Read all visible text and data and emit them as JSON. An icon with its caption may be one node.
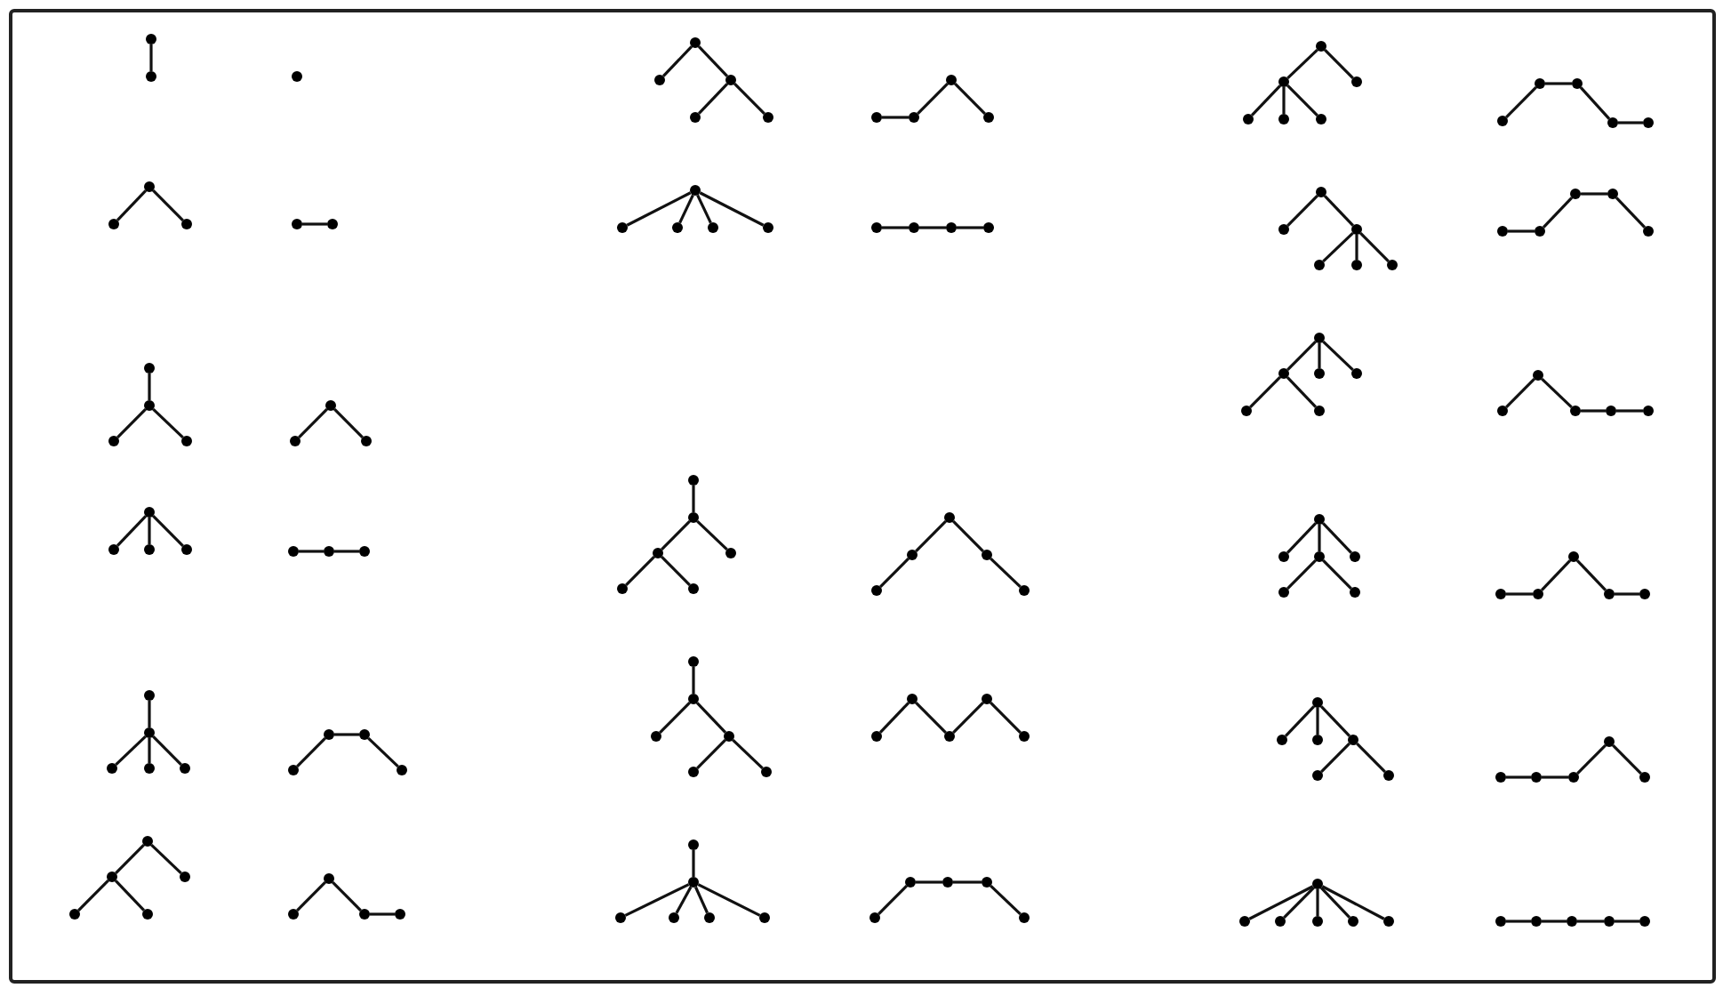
{
  "diagram": {
    "nodes": [
      {
        "text": [],
        "shape": "circle"
      },
      {
        "text": [],
        "shape": "circle"
      },
      {
        "text": [],
        "shape": "circle"
      },
      {
        "text": [],
        "shape": "circle"
      },
      {
        "text": [],
        "shape": "circle"
      },
      {
        "text": [],
        "shape": "circle"
      },
      {
        "text": [],
        "shape": "circle"
      },
      {
        "text": [],
        "shape": "circle"
      },
      {
        "text": [],
        "shape": "circle"
      },
      {
        "text": [],
        "shape": "circle"
      },
      {
        "text": [],
        "shape": "circle"
      },
      {
        "text": [],
        "shape": "circle"
      },
      {
        "text": [],
        "shape": "circle"
      },
      {
        "text": [],
        "shape": "circle"
      },
      {
        "text": [],
        "shape": "circle"
      },
      {
        "text": [],
        "shape": "circle"
      },
      {
        "text": [],
        "shape": "circle"
      },
      {
        "text": [],
        "shape": "circle"
      },
      {
        "text": [],
        "shape": "circle"
      },
      {
        "text": [],
        "shape": "circle"
      },
      {
        "text": [],
        "shape": "circle"
      },
      {
        "text": [],
        "shape": "circle"
      },
      {
        "text": [],
        "shape": "circle"
      },
      {
        "text": [],
        "shape": "circle"
      },
      {
        "text": [],
        "shape": "circle"
      },
      {
        "text": [],
        "shape": "circle"
      },
      {
        "text": [],
        "shape": "circle"
      },
      {
        "text": [],
        "shape": "circle"
      },
      {
        "text": [],
        "shape": "circle"
      },
      {
        "text": [],
        "shape": "circle"
      },
      {
        "text": [],
        "shape": "circle"
      },
      {
        "text": [],
        "shape": "circle"
      },
      {
        "text": [],
        "shape": "circle"
      },
      {
        "text": [],
        "shape": "circle"
      },
      {
        "text": [],
        "shape": "circle"
      },
      {
        "text": [],
        "shape": "circle"
      },
      {
        "text": [],
        "shape": "circle"
      },
      {
        "text": [],
        "shape": "circle"
      },
      {
        "text": [],
        "shape": "circle"
      },
      {
        "text": [],
        "shape": "circle"
      },
      {
        "text": [],
        "shape": "circle"
      },
      {
        "text": [],
        "shape": "circle"
      },
      {
        "text": [],
        "shape": "circle"
      },
      {
        "text": [],
        "shape": "circle"
      },
      {
        "text": [],
        "shape": "circle"
      },
      {
        "text": [],
        "shape": "circle"
      },
      {
        "text": [],
        "shape": "circle"
      },
      {
        "text": [],
        "shape": "circle"
      },
      {
        "text": [],
        "shape": "circle"
      },
      {
        "text": [],
        "shape": "circle"
      },
      {
        "text": [],
        "shape": "circle"
      },
      {
        "text": [],
        "shape": "circle"
      },
      {
        "text": [],
        "shape": "circle"
      },
      {
        "text": [],
        "shape": "circle"
      },
      {
        "text": [],
        "shape": "circle"
      },
      {
        "text": [],
        "shape": "circle"
      },
      {
        "text": [],
        "shape": "circle"
      },
      {
        "text": [],
        "shape": "circle"
      },
      {
        "text": [],
        "shape": "circle"
      },
      {
        "text": [],
        "shape": "circle"
      },
      {
        "text": [],
        "shape": "circle"
      },
      {
        "text": [],
        "shape": "circle"
      },
      {
        "text": [],
        "shape": "circle"
      },
      {
        "text": [],
        "shape": "circle"
      },
      {
        "text": [],
        "shape": "circle"
      },
      {
        "text": [],
        "shape": "circle"
      },
      {
        "text": [],
        "shape": "circle"
      },
      {
        "text": [],
        "shape": "circle"
      },
      {
        "text": [],
        "shape": "circle"
      },
      {
        "text": [],
        "shape": "circle"
      },
      {
        "text": [],
        "shape": "circle"
      },
      {
        "text": [],
        "shape": "circle"
      },
      {
        "text": [],
        "shape": "circle"
      },
      {
        "text": [],
        "shape": "circle"
      },
      {
        "text": [],
        "shape": "circle"
      },
      {
        "text": [],
        "shape": "circle"
      },
      {
        "text": [],
        "shape": "circle"
      },
      {
        "text": [],
        "shape": "circle"
      },
      {
        "text": [],
        "shape": "circle"
      },
      {
        "text": [],
        "shape": "circle"
      },
      {
        "text": [],
        "shape": "circle"
      },
      {
        "text": [],
        "shape": "circle"
      },
      {
        "text": [],
        "shape": "circle"
      },
      {
        "text": [],
        "shape": "circle"
      },
      {
        "text": [],
        "shape": "circle"
      },
      {
        "text": [],
        "shape": "circle"
      },
      {
        "text": [],
        "shape": "circle"
      },
      {
        "text": [],
        "shape": "circle"
      },
      {
        "text": [],
        "shape": "circle"
      },
      {
        "text": [],
        "shape": "circle"
      },
      {
        "text": [],
        "shape": "circle"
      },
      {
        "text": [],
        "shape": "circle"
      },
      {
        "text": [],
        "shape": "circle"
      },
      {
        "text": [],
        "shape": "circle"
      },
      {
        "text": [],
        "shape": "circle"
      },
      {
        "text": [],
        "shape": "circle"
      },
      {
        "text": [],
        "shape": "circle"
      },
      {
        "text": [],
        "shape": "circle"
      },
      {
        "text": [],
        "shape": "circle"
      },
      {
        "text": [],
        "shape": "circle"
      },
      {
        "text": [],
        "shape": "circle"
      },
      {
        "text": [],
        "shape": "circle"
      },
      {
        "text": [],
        "shape": "circle"
      },
      {
        "text": [],
        "shape": "circle"
      },
      {
        "text": [],
        "shape": "circle"
      },
      {
        "text": [],
        "shape": "circle"
      },
      {
        "text": [],
        "shape": "circle"
      },
      {
        "text": [],
        "shape": "circle"
      },
      {
        "text": [],
        "shape": "circle"
      },
      {
        "text": [],
        "shape": "circle"
      },
      {
        "text": [],
        "shape": "circle"
      },
      {
        "text": [],
        "shape": "circle"
      },
      {
        "text": [],
        "shape": "circle"
      },
      {
        "text": [],
        "shape": "circle"
      },
      {
        "text": [],
        "shape": "circle"
      },
      {
        "text": [],
        "shape": "circle"
      },
      {
        "text": [],
        "shape": "circle"
      },
      {
        "text": [],
        "shape": "circle"
      },
      {
        "text": [],
        "shape": "circle"
      },
      {
        "text": [],
        "shape": "circle"
      },
      {
        "text": [],
        "shape": "circle"
      },
      {
        "text": [],
        "shape": "circle"
      },
      {
        "text": [],
        "shape": "circle"
      },
      {
        "text": [],
        "shape": "circle"
      },
      {
        "text": [],
        "shape": "circle"
      },
      {
        "text": [],
        "shape": "circle"
      },
      {
        "text": [],
        "shape": "circle"
      },
      {
        "text": [],
        "shape": "circle"
      },
      {
        "text": [],
        "shape": "circle"
      },
      {
        "text": [],
        "shape": "circle"
      },
      {
        "text": [],
        "shape": "circle"
      },
      {
        "text": [],
        "shape": "circle"
      },
      {
        "text": [],
        "shape": "circle"
      },
      {
        "text": [],
        "shape": "circle"
      },
      {
        "text": [],
        "shape": "circle"
      },
      {
        "text": [],
        "shape": "circle"
      },
      {
        "text": [],
        "shape": "circle"
      },
      {
        "text": [],
        "shape": "circle"
      },
      {
        "text": [],
        "shape": "circle"
      },
      {
        "text": [],
        "shape": "circle"
      },
      {
        "text": [],
        "shape": "circle"
      },
      {
        "text": [],
        "shape": "circle"
      },
      {
        "text": [],
        "shape": "circle"
      },
      {
        "text": [],
        "shape": "circle"
      },
      {
        "text": [],
        "shape": "circle"
      },
      {
        "text": [],
        "shape": "circle"
      },
      {
        "text": [],
        "shape": "circle"
      },
      {
        "text": [],
        "shape": "circle"
      },
      {
        "text": [],
        "shape": "circle"
      },
      {
        "text": [],
        "shape": "circle"
      },
      {
        "text": [],
        "shape": "circle"
      },
      {
        "text": [],
        "shape": "circle"
      },
      {
        "text": [],
        "shape": "circle"
      },
      {
        "text": [],
        "shape": "circle"
      },
      {
        "text": [],
        "shape": "circle"
      },
      {
        "text": [],
        "shape": "circle"
      },
      {
        "text": [],
        "shape": "circle"
      }
    ],
    "edges": [
      {
        "from": 0,
        "to": 1,
        "arrow": "none"
      },
      {
        "from": 3,
        "to": 4,
        "arrow": "none"
      },
      {
        "from": 3,
        "to": 5,
        "arrow": "none"
      },
      {
        "from": 6,
        "to": 7,
        "arrow": "none"
      },
      {
        "from": 8,
        "to": 9,
        "arrow": "none"
      },
      {
        "from": 9,
        "to": 10,
        "arrow": "none"
      },
      {
        "from": 9,
        "to": 11,
        "arrow": "none"
      },
      {
        "from": 12,
        "to": 13,
        "arrow": "none"
      },
      {
        "from": 12,
        "to": 14,
        "arrow": "none"
      },
      {
        "from": 15,
        "to": 16,
        "arrow": "none"
      },
      {
        "from": 15,
        "to": 17,
        "arrow": "none"
      },
      {
        "from": 15,
        "to": 18,
        "arrow": "none"
      },
      {
        "from": 19,
        "to": 20,
        "arrow": "none"
      },
      {
        "from": 20,
        "to": 21,
        "arrow": "none"
      },
      {
        "from": 22,
        "to": 23,
        "arrow": "none"
      },
      {
        "from": 23,
        "to": 24,
        "arrow": "none"
      },
      {
        "from": 23,
        "to": 25,
        "arrow": "none"
      },
      {
        "from": 23,
        "to": 26,
        "arrow": "none"
      },
      {
        "from": 27,
        "to": 28,
        "arrow": "none"
      },
      {
        "from": 28,
        "to": 29,
        "arrow": "none"
      },
      {
        "from": 29,
        "to": 30,
        "arrow": "none"
      },
      {
        "from": 31,
        "to": 32,
        "arrow": "none"
      },
      {
        "from": 31,
        "to": 33,
        "arrow": "none"
      },
      {
        "from": 32,
        "to": 34,
        "arrow": "none"
      },
      {
        "from": 32,
        "to": 35,
        "arrow": "none"
      },
      {
        "from": 36,
        "to": 37,
        "arrow": "none"
      },
      {
        "from": 37,
        "to": 38,
        "arrow": "none"
      },
      {
        "from": 38,
        "to": 39,
        "arrow": "none"
      },
      {
        "from": 40,
        "to": 41,
        "arrow": "none"
      },
      {
        "from": 40,
        "to": 42,
        "arrow": "none"
      },
      {
        "from": 42,
        "to": 43,
        "arrow": "none"
      },
      {
        "from": 42,
        "to": 44,
        "arrow": "none"
      },
      {
        "from": 45,
        "to": 46,
        "arrow": "none"
      },
      {
        "from": 46,
        "to": 47,
        "arrow": "none"
      },
      {
        "from": 47,
        "to": 48,
        "arrow": "none"
      },
      {
        "from": 49,
        "to": 50,
        "arrow": "none"
      },
      {
        "from": 49,
        "to": 51,
        "arrow": "none"
      },
      {
        "from": 49,
        "to": 52,
        "arrow": "none"
      },
      {
        "from": 49,
        "to": 53,
        "arrow": "none"
      },
      {
        "from": 54,
        "to": 55,
        "arrow": "none"
      },
      {
        "from": 55,
        "to": 56,
        "arrow": "none"
      },
      {
        "from": 56,
        "to": 57,
        "arrow": "none"
      },
      {
        "from": 58,
        "to": 59,
        "arrow": "none"
      },
      {
        "from": 59,
        "to": 60,
        "arrow": "none"
      },
      {
        "from": 59,
        "to": 61,
        "arrow": "none"
      },
      {
        "from": 60,
        "to": 62,
        "arrow": "none"
      },
      {
        "from": 60,
        "to": 63,
        "arrow": "none"
      },
      {
        "from": 64,
        "to": 65,
        "arrow": "none"
      },
      {
        "from": 65,
        "to": 66,
        "arrow": "none"
      },
      {
        "from": 66,
        "to": 67,
        "arrow": "none"
      },
      {
        "from": 67,
        "to": 68,
        "arrow": "none"
      },
      {
        "from": 69,
        "to": 70,
        "arrow": "none"
      },
      {
        "from": 70,
        "to": 71,
        "arrow": "none"
      },
      {
        "from": 70,
        "to": 72,
        "arrow": "none"
      },
      {
        "from": 72,
        "to": 73,
        "arrow": "none"
      },
      {
        "from": 72,
        "to": 74,
        "arrow": "none"
      },
      {
        "from": 75,
        "to": 76,
        "arrow": "none"
      },
      {
        "from": 76,
        "to": 77,
        "arrow": "none"
      },
      {
        "from": 77,
        "to": 78,
        "arrow": "none"
      },
      {
        "from": 78,
        "to": 79,
        "arrow": "none"
      },
      {
        "from": 80,
        "to": 81,
        "arrow": "none"
      },
      {
        "from": 81,
        "to": 82,
        "arrow": "none"
      },
      {
        "from": 81,
        "to": 83,
        "arrow": "none"
      },
      {
        "from": 81,
        "to": 84,
        "arrow": "none"
      },
      {
        "from": 81,
        "to": 85,
        "arrow": "none"
      },
      {
        "from": 86,
        "to": 87,
        "arrow": "none"
      },
      {
        "from": 87,
        "to": 88,
        "arrow": "none"
      },
      {
        "from": 88,
        "to": 89,
        "arrow": "none"
      },
      {
        "from": 89,
        "to": 90,
        "arrow": "none"
      },
      {
        "from": 91,
        "to": 92,
        "arrow": "none"
      },
      {
        "from": 91,
        "to": 93,
        "arrow": "none"
      },
      {
        "from": 92,
        "to": 94,
        "arrow": "none"
      },
      {
        "from": 92,
        "to": 95,
        "arrow": "none"
      },
      {
        "from": 92,
        "to": 96,
        "arrow": "none"
      },
      {
        "from": 97,
        "to": 98,
        "arrow": "none"
      },
      {
        "from": 98,
        "to": 99,
        "arrow": "none"
      },
      {
        "from": 99,
        "to": 100,
        "arrow": "none"
      },
      {
        "from": 100,
        "to": 101,
        "arrow": "none"
      },
      {
        "from": 102,
        "to": 103,
        "arrow": "none"
      },
      {
        "from": 102,
        "to": 104,
        "arrow": "none"
      },
      {
        "from": 104,
        "to": 105,
        "arrow": "none"
      },
      {
        "from": 104,
        "to": 106,
        "arrow": "none"
      },
      {
        "from": 104,
        "to": 107,
        "arrow": "none"
      },
      {
        "from": 108,
        "to": 109,
        "arrow": "none"
      },
      {
        "from": 109,
        "to": 110,
        "arrow": "none"
      },
      {
        "from": 110,
        "to": 111,
        "arrow": "none"
      },
      {
        "from": 111,
        "to": 112,
        "arrow": "none"
      },
      {
        "from": 113,
        "to": 114,
        "arrow": "none"
      },
      {
        "from": 113,
        "to": 115,
        "arrow": "none"
      },
      {
        "from": 113,
        "to": 116,
        "arrow": "none"
      },
      {
        "from": 114,
        "to": 117,
        "arrow": "none"
      },
      {
        "from": 114,
        "to": 118,
        "arrow": "none"
      },
      {
        "from": 119,
        "to": 120,
        "arrow": "none"
      },
      {
        "from": 120,
        "to": 121,
        "arrow": "none"
      },
      {
        "from": 121,
        "to": 122,
        "arrow": "none"
      },
      {
        "from": 122,
        "to": 123,
        "arrow": "none"
      },
      {
        "from": 124,
        "to": 125,
        "arrow": "none"
      },
      {
        "from": 124,
        "to": 126,
        "arrow": "none"
      },
      {
        "from": 124,
        "to": 127,
        "arrow": "none"
      },
      {
        "from": 126,
        "to": 128,
        "arrow": "none"
      },
      {
        "from": 126,
        "to": 129,
        "arrow": "none"
      },
      {
        "from": 130,
        "to": 131,
        "arrow": "none"
      },
      {
        "from": 131,
        "to": 132,
        "arrow": "none"
      },
      {
        "from": 132,
        "to": 133,
        "arrow": "none"
      },
      {
        "from": 133,
        "to": 134,
        "arrow": "none"
      },
      {
        "from": 135,
        "to": 136,
        "arrow": "none"
      },
      {
        "from": 135,
        "to": 137,
        "arrow": "none"
      },
      {
        "from": 135,
        "to": 138,
        "arrow": "none"
      },
      {
        "from": 138,
        "to": 139,
        "arrow": "none"
      },
      {
        "from": 138,
        "to": 140,
        "arrow": "none"
      },
      {
        "from": 141,
        "to": 142,
        "arrow": "none"
      },
      {
        "from": 142,
        "to": 143,
        "arrow": "none"
      },
      {
        "from": 143,
        "to": 144,
        "arrow": "none"
      },
      {
        "from": 144,
        "to": 145,
        "arrow": "none"
      },
      {
        "from": 146,
        "to": 147,
        "arrow": "none"
      },
      {
        "from": 146,
        "to": 148,
        "arrow": "none"
      },
      {
        "from": 146,
        "to": 149,
        "arrow": "none"
      },
      {
        "from": 146,
        "to": 150,
        "arrow": "none"
      },
      {
        "from": 146,
        "to": 151,
        "arrow": "none"
      },
      {
        "from": 152,
        "to": 153,
        "arrow": "none"
      },
      {
        "from": 153,
        "to": 154,
        "arrow": "none"
      },
      {
        "from": 154,
        "to": 155,
        "arrow": "none"
      },
      {
        "from": 155,
        "to": 156,
        "arrow": "none"
      }
    ]
  }
}
